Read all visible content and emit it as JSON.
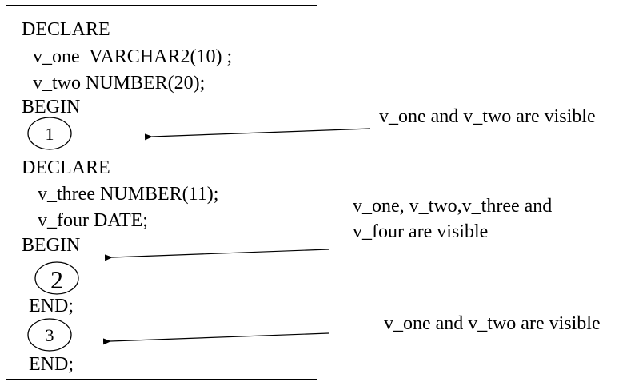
{
  "code": {
    "outer_declare": "DECLARE",
    "outer_var1": "v_one  VARCHAR2(10) ;",
    "outer_var2": "v_two NUMBER(20);",
    "outer_begin": "BEGIN",
    "inner_declare": "DECLARE",
    "inner_var1": "v_three NUMBER(11);",
    "inner_var2": "v_four DATE;",
    "inner_begin": "BEGIN",
    "inner_end": "END;",
    "outer_end": "END;"
  },
  "markers": [
    "1",
    "2",
    "3"
  ],
  "notes": {
    "point1": "v_one and v_two are visible",
    "point2_line1": "v_one, v_two,v_three and",
    "point2_line2": "v_four are visible",
    "point3": "v_one and v_two are visible"
  }
}
